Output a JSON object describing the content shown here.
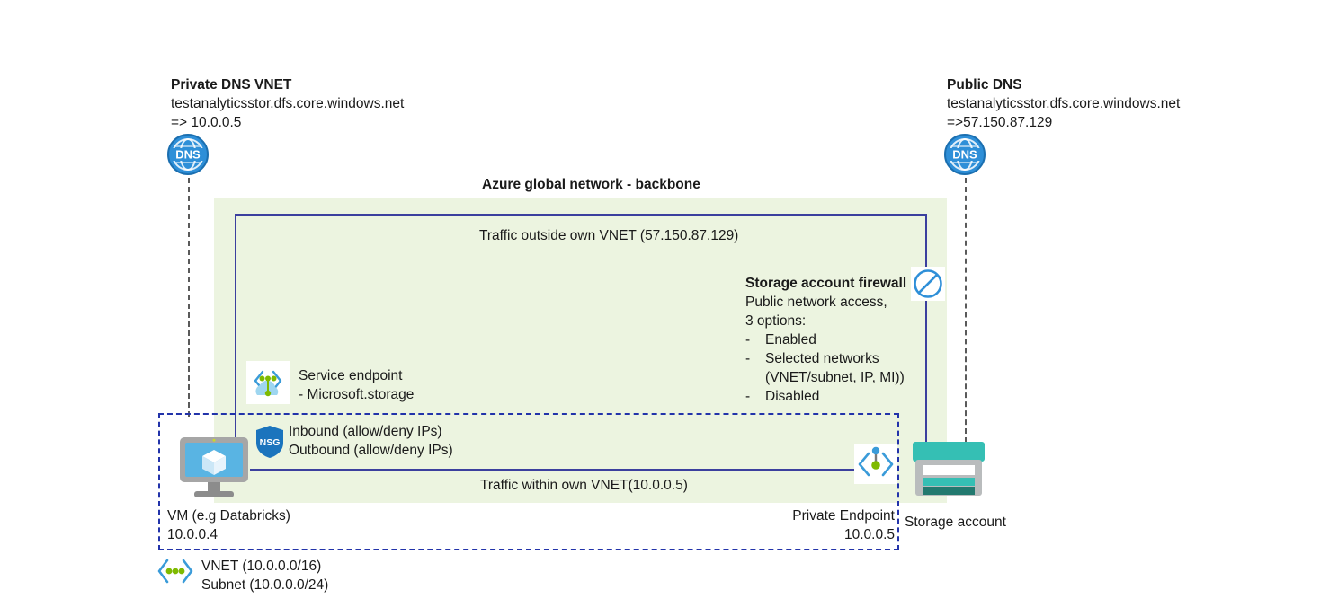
{
  "diagram": {
    "backbone_title": "Azure global network - backbone",
    "private_dns": {
      "title": "Private DNS VNET",
      "fqdn": "testanalyticsstor.dfs.core.windows.net",
      "resolution": "=> 10.0.0.5",
      "icon": "dns-globe-icon",
      "icon_label": "DNS"
    },
    "public_dns": {
      "title": "Public DNS",
      "fqdn": "testanalyticsstor.dfs.core.windows.net",
      "resolution": "=>57.150.87.129",
      "icon": "dns-globe-icon",
      "icon_label": "DNS"
    },
    "traffic_outside_label": "Traffic outside own VNET (57.150.87.129)",
    "traffic_within_label": "Traffic within own VNET(10.0.0.5)",
    "firewall": {
      "title": "Storage account firewall",
      "line1": "Public network access,",
      "line2": "3 options:",
      "options": [
        "Enabled",
        "Selected networks",
        "(VNET/subnet, IP, MI))",
        "Disabled"
      ],
      "option_bullet": "-",
      "icon": "prohibited-icon"
    },
    "service_endpoint": {
      "line1": "Service endpoint",
      "line2": "- Microsoft.storage",
      "icon": "service-endpoint-icon"
    },
    "nsg": {
      "icon": "nsg-shield-icon",
      "icon_label": "NSG",
      "line1": "Inbound (allow/deny IPs)",
      "line2": "Outbound (allow/deny IPs)"
    },
    "vm": {
      "icon": "virtual-machine-icon",
      "line1": "VM (e.g Databricks)",
      "line2": "10.0.0.4"
    },
    "private_endpoint": {
      "icon": "private-endpoint-icon",
      "line1": "Private Endpoint",
      "line2": "10.0.0.5"
    },
    "storage_account": {
      "icon": "storage-account-icon",
      "label": "Storage account"
    },
    "vnet_legend": {
      "icon": "vnet-icon",
      "line1": "VNET (10.0.0.0/16)",
      "line2": "Subnet (10.0.0.0/24)"
    },
    "colors": {
      "backbone_fill": "#ecf4e0",
      "route_line": "#3b3f9e",
      "vnet_border": "#2233aa",
      "dns_blue": "#1f78c1",
      "azure_blue": "#0078d4",
      "storage_teal": "#35bfb4",
      "green_dot": "#7fba00"
    }
  }
}
